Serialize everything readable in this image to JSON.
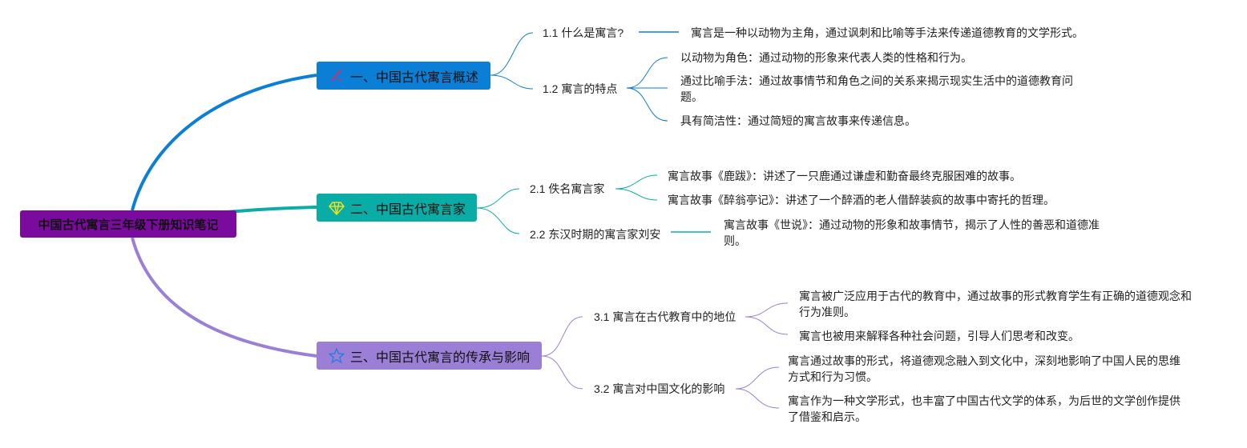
{
  "root": {
    "title": "中国古代寓言三年级下册知识笔记"
  },
  "colors": {
    "root": "#7b0a9e",
    "branch1": "#0b7fd6",
    "branch2": "#0aada5",
    "branch3": "#9b7fd6"
  },
  "branches": [
    {
      "title": "一、中国古代寓言概述",
      "icon": "magic-wand-icon",
      "subs": [
        {
          "label": "1.1 什么是寓言?",
          "items": [
            "寓言是一种以动物为主角，通过讽刺和比喻等手法来传递道德教育的文学形式。"
          ]
        },
        {
          "label": "1.2 寓言的特点",
          "items": [
            "以动物为角色：通过动物的形象来代表人类的性格和行为。",
            "通过比喻手法：通过故事情节和角色之间的关系来揭示现实生活中的道德教育问题。",
            "具有简洁性：通过简短的寓言故事来传递信息。"
          ]
        }
      ]
    },
    {
      "title": "二、中国古代寓言家",
      "icon": "diamond-icon",
      "subs": [
        {
          "label": "2.1 佚名寓言家",
          "items": [
            "寓言故事《鹿跋》：讲述了一只鹿通过谦虚和勤奋最终克服困难的故事。",
            "寓言故事《醉翁亭记》：讲述了一个醉酒的老人借醉装疯的故事中寄托的哲理。"
          ]
        },
        {
          "label": "2.2 东汉时期的寓言家刘安",
          "items": [
            "寓言故事《世说》：通过动物的形象和故事情节，揭示了人性的善恶和道德准则。"
          ]
        }
      ]
    },
    {
      "title": "三、中国古代寓言的传承与影响",
      "icon": "star-icon",
      "subs": [
        {
          "label": "3.1 寓言在古代教育中的地位",
          "items": [
            "寓言被广泛应用于古代的教育中，通过故事的形式教育学生有正确的道德观念和行为准则。",
            "寓言也被用来解释各种社会问题，引导人们思考和改变。"
          ]
        },
        {
          "label": "3.2 寓言对中国文化的影响",
          "items": [
            "寓言通过故事的形式，将道德观念融入到文化中，深刻地影响了中国人民的思维方式和行为习惯。",
            "寓言作为一种文学形式，也丰富了中国古代文学的体系，为后世的文学创作提供了借鉴和启示。"
          ]
        }
      ]
    }
  ]
}
